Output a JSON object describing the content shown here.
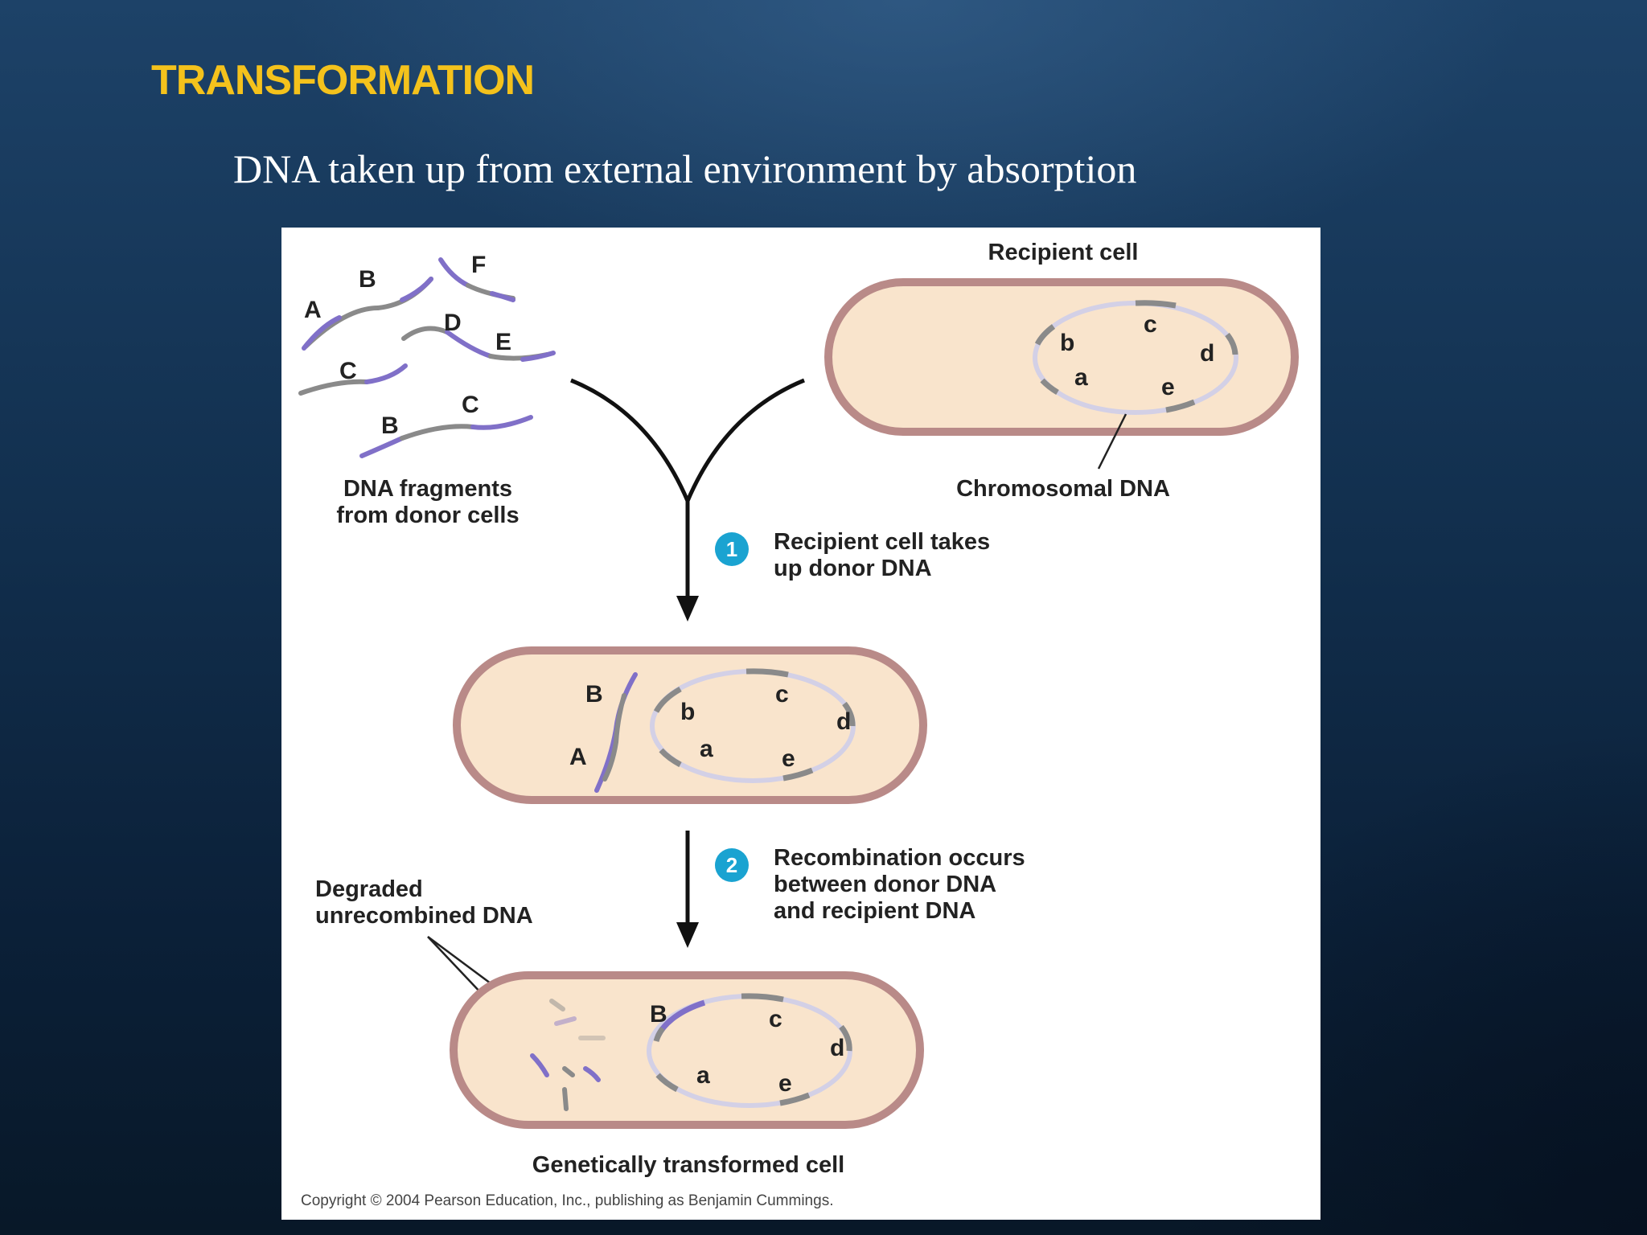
{
  "slide": {
    "title": "TRANSFORMATION",
    "subtitle": "DNA taken up from external environment by absorption"
  },
  "figure": {
    "donor_fragments": {
      "caption_line1": "DNA fragments",
      "caption_line2": "from donor cells",
      "labels": [
        "A",
        "B",
        "F",
        "D",
        "E",
        "C",
        "C",
        "B"
      ]
    },
    "recipient_cell": {
      "title": "Recipient cell",
      "chromosome_caption": "Chromosomal DNA",
      "genes": [
        "b",
        "c",
        "d",
        "a",
        "e"
      ]
    },
    "step1": {
      "number": "1",
      "text_line1": "Recipient cell takes",
      "text_line2": "up donor DNA"
    },
    "uptake_cell": {
      "donor_genes": [
        "B",
        "A"
      ],
      "chromosome_genes": [
        "b",
        "c",
        "d",
        "a",
        "e"
      ]
    },
    "step2": {
      "number": "2",
      "text_line1": "Recombination occurs",
      "text_line2": "between donor DNA",
      "text_line3": "and recipient DNA"
    },
    "degraded_caption": {
      "line1": "Degraded",
      "line2": "unrecombined DNA"
    },
    "transformed_cell": {
      "caption": "Genetically transformed cell",
      "genes": [
        "B",
        "c",
        "d",
        "a",
        "e"
      ]
    },
    "copyright": "Copyright © 2004 Pearson Education, Inc., publishing as Benjamin Cummings."
  },
  "colors": {
    "title": "#f4c21c",
    "cell_fill": "#f9e4cc",
    "cell_border": "#b98a88",
    "donor_dna": "#8070c8",
    "recipient_dna": "#8a8a8a",
    "step_badge": "#1aa3d1"
  }
}
